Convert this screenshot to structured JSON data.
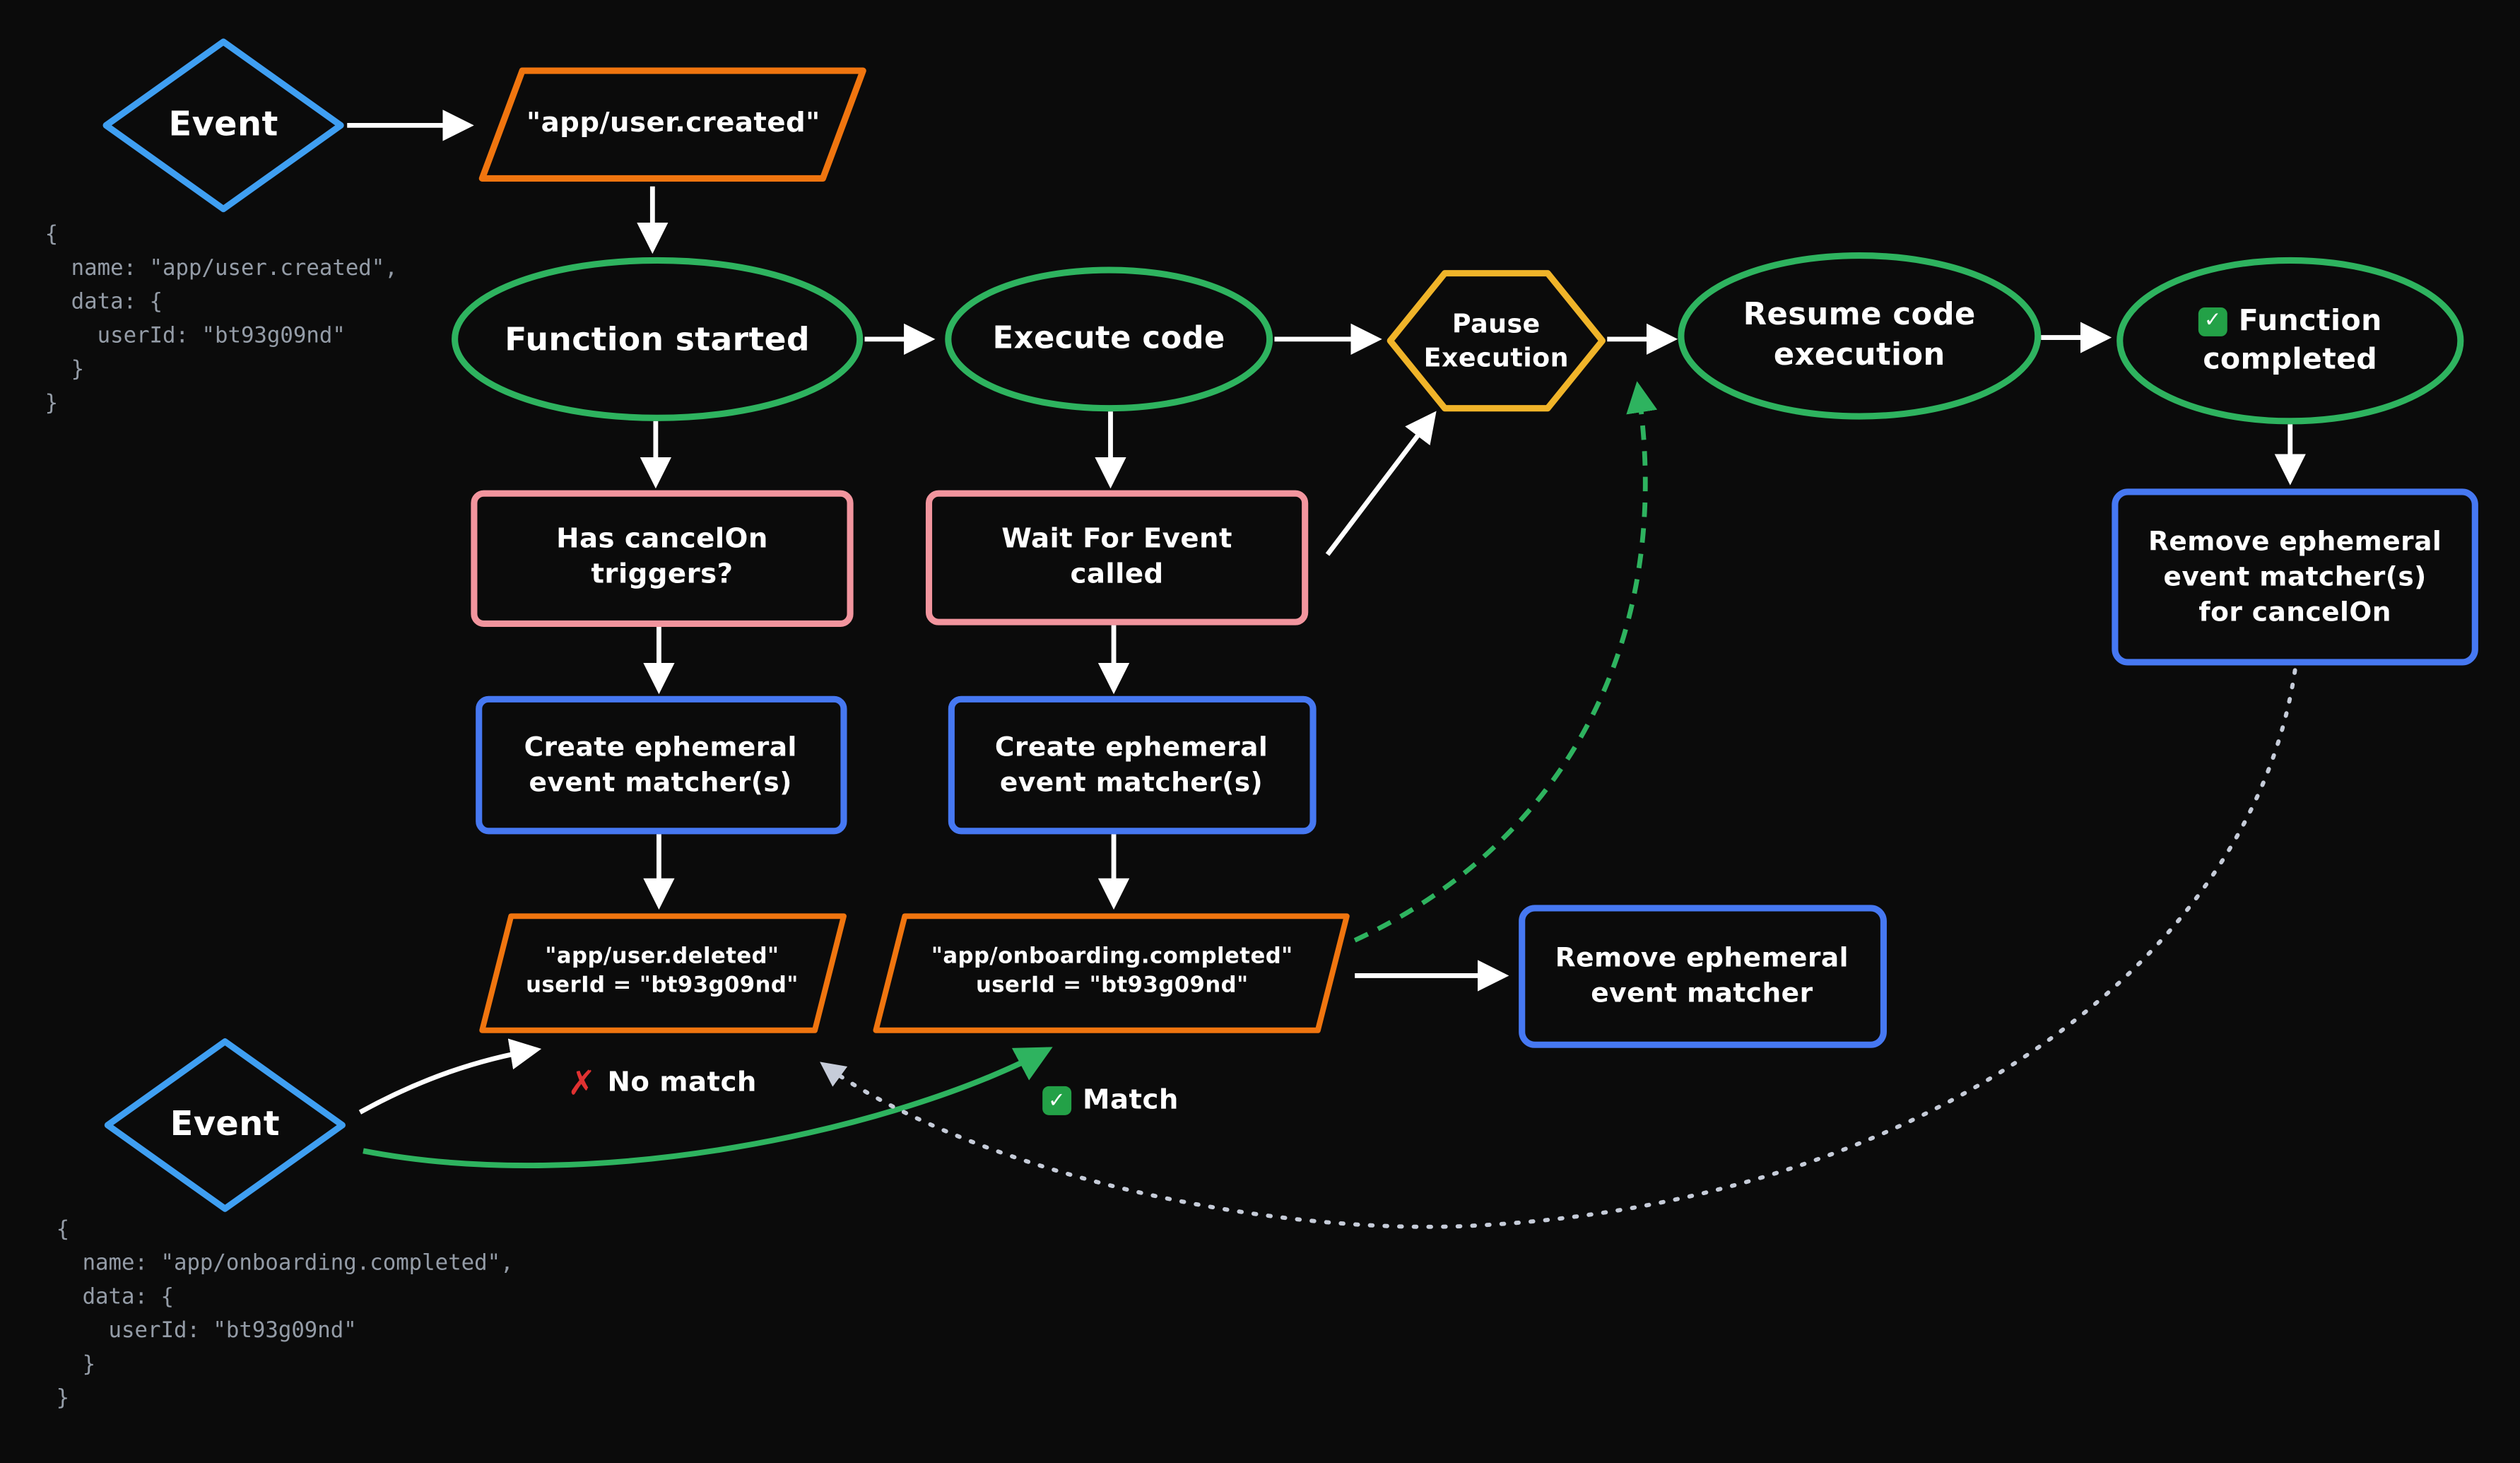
{
  "colors": {
    "background": "#0b0b0b",
    "event_blue": "#3f9ff2",
    "rect_blue": "#4678f2",
    "state_green": "#2eb35f",
    "matcher_orange": "#f0750f",
    "decision_pink": "#f2959e",
    "pause_amber": "#f0b429",
    "arrow_white": "#ffffff",
    "dashed_green": "#2eb35f",
    "dotted_gray": "#c6ccd9",
    "code_gray": "#949ca7",
    "check_green": "#23a147",
    "cross_red": "#e03131"
  },
  "nodes": {
    "event_top": {
      "label": "Event"
    },
    "trigger_event": {
      "label": "\"app/user.created\""
    },
    "function_started": {
      "label": "Function started"
    },
    "execute_code": {
      "label": "Execute code"
    },
    "pause_execution": {
      "line1": "Pause",
      "line2": "Execution"
    },
    "resume_execution": {
      "line1": "Resume code",
      "line2": "execution"
    },
    "function_completed": {
      "icon": "✓",
      "line1": "Function",
      "line2": "completed"
    },
    "remove_matchers_cancelon": {
      "line1": "Remove ephemeral",
      "line2": "event matcher(s)",
      "line3": "for cancelOn"
    },
    "has_cancelon": {
      "line1": "Has cancelOn",
      "line2": "triggers?"
    },
    "create_matchers_left": {
      "line1": "Create ephemeral",
      "line2": "event matcher(s)"
    },
    "user_deleted_matcher": {
      "line1": "\"app/user.deleted\"",
      "line2": "userId = \"bt93g09nd\""
    },
    "wait_for_event": {
      "line1": "Wait For Event",
      "line2": "called"
    },
    "create_matchers_mid": {
      "line1": "Create ephemeral",
      "line2": "event matcher(s)"
    },
    "onboarding_matcher": {
      "line1": "\"app/onboarding.completed\"",
      "line2": "userId = \"bt93g09nd\""
    },
    "remove_matcher": {
      "line1": "Remove ephemeral",
      "line2": "event matcher"
    },
    "event_bottom": {
      "label": "Event"
    }
  },
  "annotations": {
    "no_match": {
      "icon": "✗",
      "label": "No match"
    },
    "match": {
      "icon": "✓",
      "label": "Match"
    }
  },
  "code_blocks": {
    "user_created": "{\n  name: \"app/user.created\",\n  data: {\n    userId: \"bt93g09nd\"\n  }\n}",
    "onboarding_completed": "{\n  name: \"app/onboarding.completed\",\n  data: {\n    userId: \"bt93g09nd\"\n  }\n}"
  }
}
